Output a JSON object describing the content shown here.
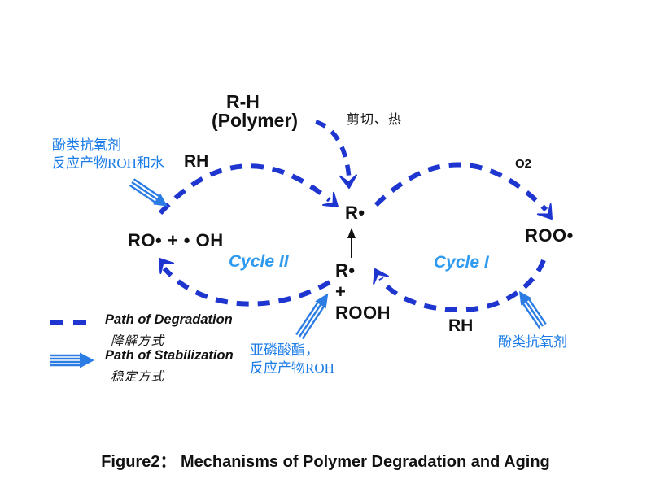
{
  "colors": {
    "degradation_path": "#1e35cf",
    "stabilization_path": "#2b7de4",
    "cycle_label": "#2e9af0",
    "annotation_blue": "#1b7ce8",
    "text": "#111111",
    "background": "#ffffff"
  },
  "diagram": {
    "polymer": {
      "line1": "R-H",
      "line2": "(Polymer)"
    },
    "shear_heat": "剪切、热",
    "left_stabilizer_note": {
      "line1": "酚类抗氧剂",
      "line2": "反应产物ROH和水"
    },
    "rh_top": "RH",
    "alkoxy_products": "RO• + • OH",
    "cycle2": "Cycle II",
    "r_radical": "R•",
    "r_rooh": {
      "line1": "R•",
      "line2": "+",
      "line3": "ROOH"
    },
    "cycle1": "Cycle I",
    "o2": "O2",
    "peroxy_radical": "ROO•",
    "rh_bottom": "RH",
    "right_stabilizer_note": "酚类抗氧剂",
    "phosphite_note": {
      "line1": "亚磷酸酯，",
      "line2": "反应产物ROH"
    }
  },
  "legend": {
    "degradation_en": "Path of Degradation",
    "degradation_cn": "降解方式",
    "stabilization_en": "Path of Stabilization",
    "stabilization_cn": "稳定方式"
  },
  "caption": "Figure2： Mechanisms of Polymer Degradation and Aging"
}
